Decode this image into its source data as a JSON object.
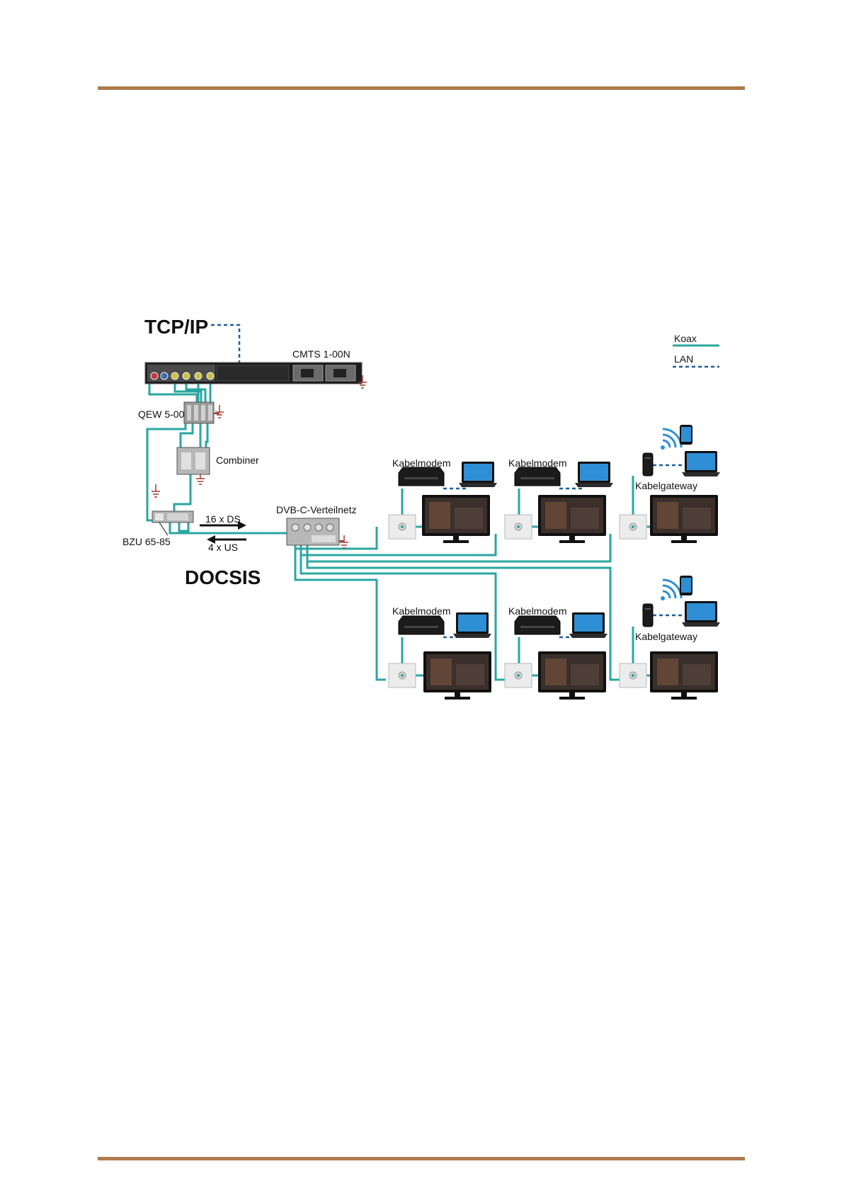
{
  "colors": {
    "rule": "#b07a4d",
    "koax": "#2aa7a0",
    "lan": "#1d5f9a",
    "ground": "#a33a2e",
    "device": "#1b1b1b",
    "laptop_screen": "#2f8fd4"
  },
  "labels": {
    "tcpip": "TCP/IP",
    "cmts": "CMTS 1-00N",
    "qew": "QEW 5-00",
    "combiner": "Combiner",
    "bzu": "BZU 65-85",
    "ds": "16 x DS",
    "us": "4 x US",
    "docsis": "DOCSIS",
    "dvbc": "DVB-C-Verteilnetz",
    "modem": "Kabelmodem",
    "gateway": "Kabelgateway"
  },
  "legend": {
    "koax": "Koax",
    "lan": "LAN"
  },
  "icons": [
    "ground-icon",
    "wifi-icon",
    "tablet-icon",
    "laptop-icon",
    "tv-icon",
    "wall-outlet-icon",
    "cable-modem-icon",
    "router-icon"
  ]
}
